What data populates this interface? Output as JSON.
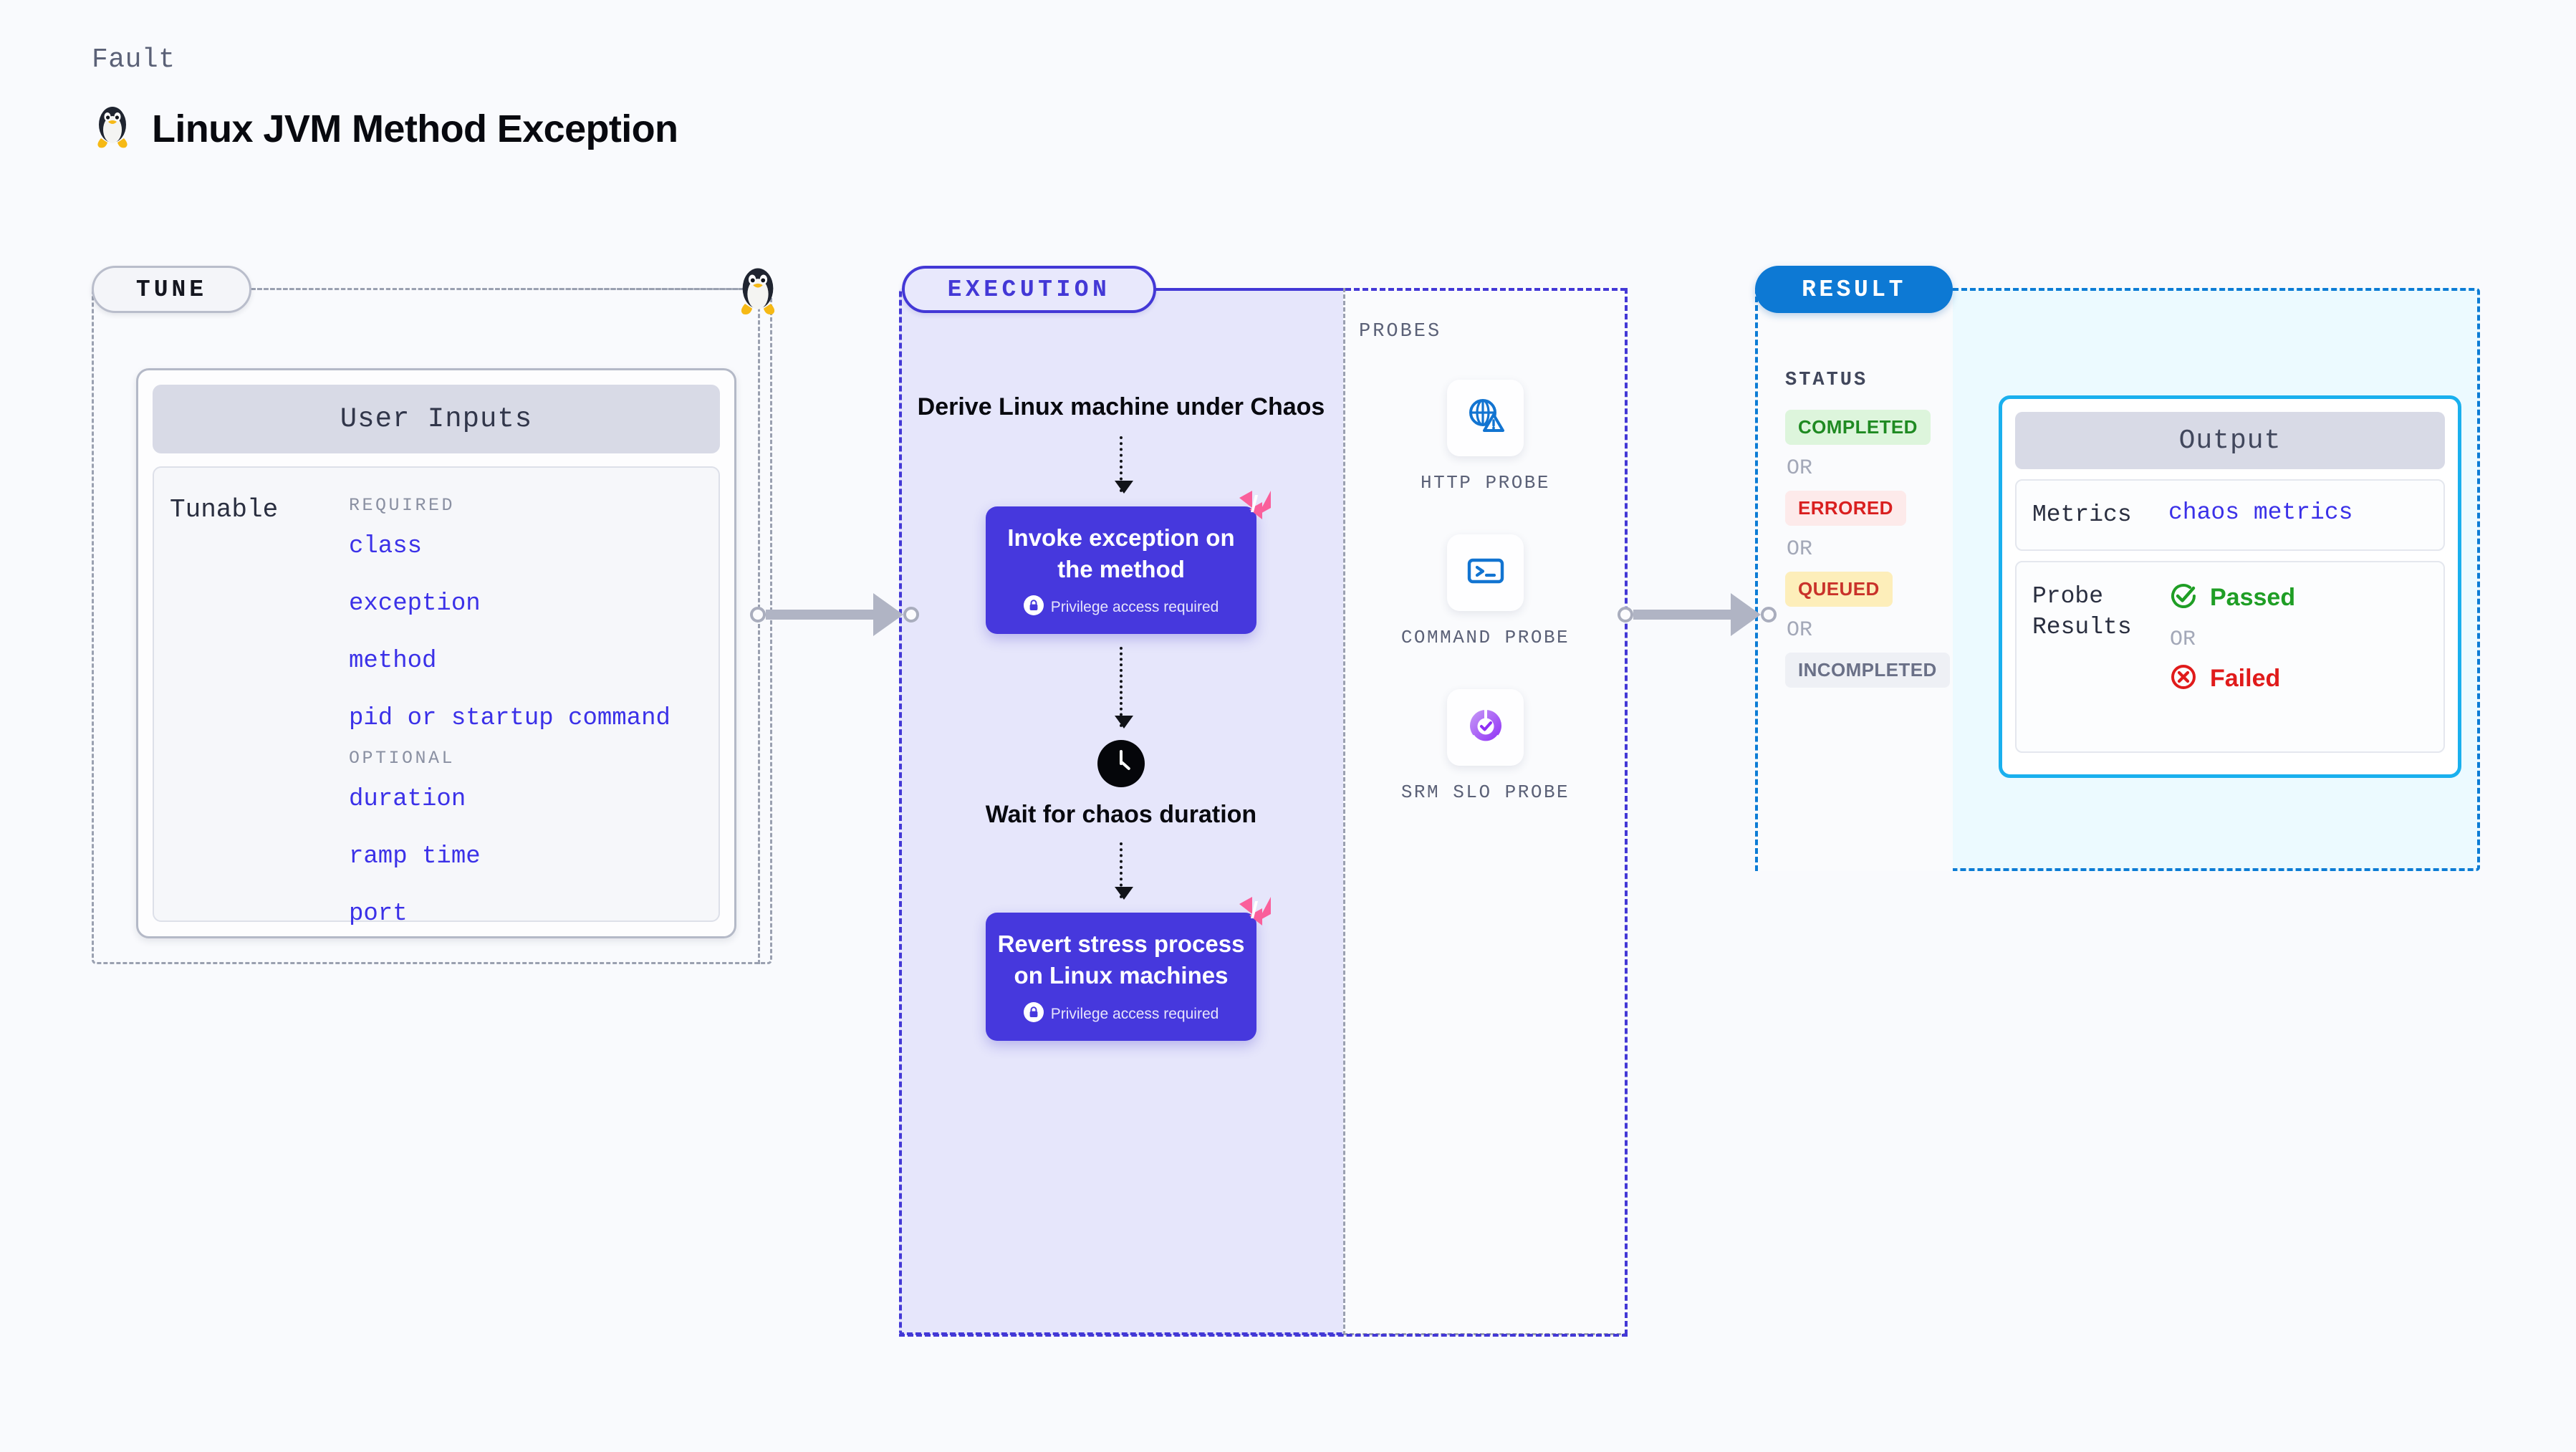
{
  "header": {
    "kicker": "Fault",
    "title": "Linux JVM Method Exception",
    "icon": "linux-penguin-icon"
  },
  "tune": {
    "badge": "TUNE",
    "card_title": "User Inputs",
    "tunable_label": "Tunable",
    "required_label": "REQUIRED",
    "optional_label": "OPTIONAL",
    "required": [
      "class",
      "exception",
      "method",
      "pid or startup command"
    ],
    "optional": [
      "duration",
      "ramp time",
      "port"
    ]
  },
  "execution": {
    "badge": "EXECUTION",
    "steps": [
      {
        "type": "text",
        "label": "Derive Linux machine under Chaos"
      },
      {
        "type": "card",
        "label": "Invoke exception on the method",
        "note": "Privilege access required",
        "note_icon": "lock-icon",
        "corner_icon": "harness-logo-icon"
      },
      {
        "type": "icon-text",
        "icon": "clock-icon",
        "label": "Wait for chaos duration"
      },
      {
        "type": "card",
        "label": "Revert stress process on Linux machines",
        "note": "Privilege access required",
        "note_icon": "lock-icon",
        "corner_icon": "harness-logo-icon"
      }
    ]
  },
  "probes": {
    "title": "PROBES",
    "items": [
      {
        "label": "HTTP PROBE",
        "icon": "globe-warning-icon"
      },
      {
        "label": "COMMAND PROBE",
        "icon": "terminal-icon"
      },
      {
        "label": "SRM SLO PROBE",
        "icon": "slo-check-icon"
      }
    ]
  },
  "result": {
    "badge": "RESULT",
    "status_title": "STATUS",
    "or_label": "OR",
    "statuses": [
      {
        "label": "COMPLETED",
        "bg": "#ddf5dc",
        "fg": "#1f8a22"
      },
      {
        "label": "ERRORED",
        "bg": "#fdeaea",
        "fg": "#d91f1f"
      },
      {
        "label": "QUEUED",
        "bg": "#fdeeba",
        "fg": "#c9322a"
      },
      {
        "label": "INCOMPLETED",
        "bg": "#eef0f5",
        "fg": "#6a7087"
      }
    ],
    "output": {
      "title": "Output",
      "metrics_key": "Metrics",
      "metrics_value": "chaos metrics",
      "probe_results_key": "Probe Results",
      "passed_label": "Passed",
      "failed_label": "Failed",
      "or_label": "OR",
      "passed_icon": "check-circle-icon",
      "failed_icon": "x-circle-icon"
    }
  },
  "colors": {
    "page_bg": "#f9fafd",
    "execution_accent": "#4338d6",
    "execution_bg": "#e6e6fb",
    "result_accent": "#0d79d4",
    "result_bg": "#ecfaff",
    "tune_border": "#9aa0b0",
    "link_blue": "#3b31e8",
    "card_purple": "#4638dd",
    "output_border": "#1ab0ee",
    "passed_green": "#1f9e25",
    "failed_red": "#e01b1b",
    "corner_pink": "#fa5f9b"
  }
}
